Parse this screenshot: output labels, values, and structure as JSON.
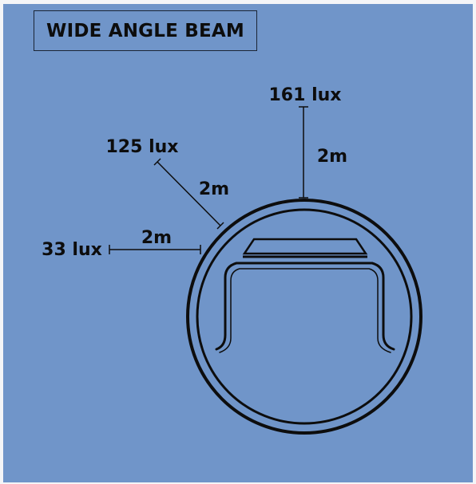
{
  "title": "WIDE ANGLE BEAM",
  "measurements": [
    {
      "id": "top",
      "lux": "161 lux",
      "distance": "2m"
    },
    {
      "id": "diagonal",
      "lux": "125 lux",
      "distance": "2m"
    },
    {
      "id": "side",
      "lux": "33 lux",
      "distance": "2m"
    }
  ],
  "colors": {
    "background": "#7095c9",
    "ink": "#0d0d0d",
    "frame": "#f4f5f7"
  }
}
